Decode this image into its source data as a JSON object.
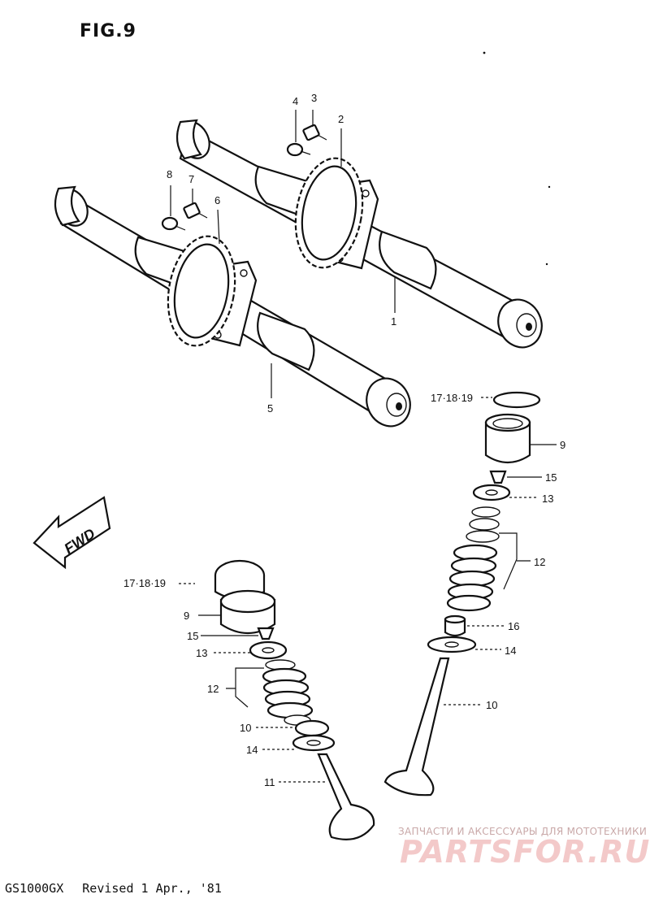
{
  "figure": {
    "title": "FIG.9"
  },
  "fwd_label": "FWD",
  "callouts": {
    "c1": "1",
    "c2": "2",
    "c3": "3",
    "c4": "4",
    "c5": "5",
    "c6": "6",
    "c7": "7",
    "c8": "8",
    "r_tappet_shim": "17·18·19",
    "r_tappet": "9",
    "r_cotter": "15",
    "r_retainer": "13",
    "r_spring": "12",
    "r_seal": "16",
    "r_seat": "14",
    "r_valve": "10",
    "l_tappet_shim": "17·18·19",
    "l_tappet": "9",
    "l_cotter": "15",
    "l_retainer": "13",
    "l_spring": "12",
    "l_seal": "10",
    "l_seat": "14",
    "l_valve": "11"
  },
  "footer": {
    "model": "GS1000GX",
    "revision": "Revised 1 Apr., '81"
  },
  "watermark": {
    "tagline": "ЗАПЧАСТИ И АКСЕССУАРЫ ДЛЯ МОТОТЕХНИКИ",
    "brand": "PARTSFOR.RU"
  }
}
